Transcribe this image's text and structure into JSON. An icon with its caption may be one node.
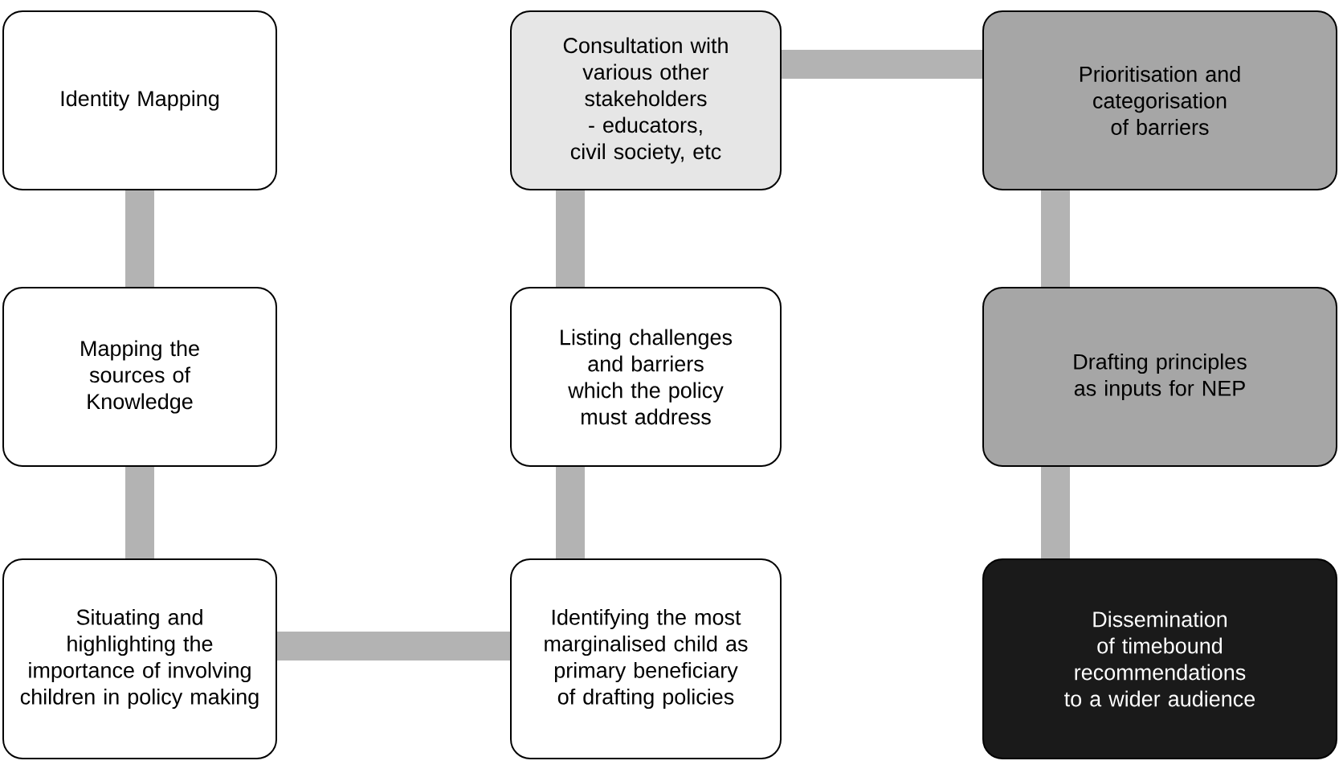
{
  "diagram": {
    "nodes": [
      {
        "text": [
          "Identity Mapping"
        ]
      },
      {
        "text": [
          "Mapping the sources of Knowledge"
        ]
      },
      {
        "text": [
          "Situating and highlighting the importance of involving children in policy making"
        ]
      },
      {
        "text": [
          "Identifying the most marginalised child as primary beneficiary of drafting policies"
        ]
      },
      {
        "text": [
          "Listing challenges and barriers which the policy must address"
        ]
      },
      {
        "text": [
          "Consultation with various other stakeholders - educators, civil society, etc"
        ]
      },
      {
        "text": [
          "Prioritisation and categorisation of barriers"
        ]
      },
      {
        "text": [
          "Drafting principles as inputs for NEP"
        ]
      },
      {
        "text": [
          "Dissemination of timebound recommendations to a wider audience"
        ]
      }
    ],
    "edges": [
      {
        "from": 0,
        "to": 1,
        "arrow": "none"
      },
      {
        "from": 1,
        "to": 2,
        "arrow": "none"
      },
      {
        "from": 2,
        "to": 3,
        "arrow": "none"
      },
      {
        "from": 3,
        "to": 4,
        "arrow": "none"
      },
      {
        "from": 4,
        "to": 5,
        "arrow": "none"
      },
      {
        "from": 5,
        "to": 6,
        "arrow": "none"
      },
      {
        "from": 6,
        "to": 7,
        "arrow": "none"
      },
      {
        "from": 7,
        "to": 8,
        "arrow": "none"
      }
    ]
  }
}
